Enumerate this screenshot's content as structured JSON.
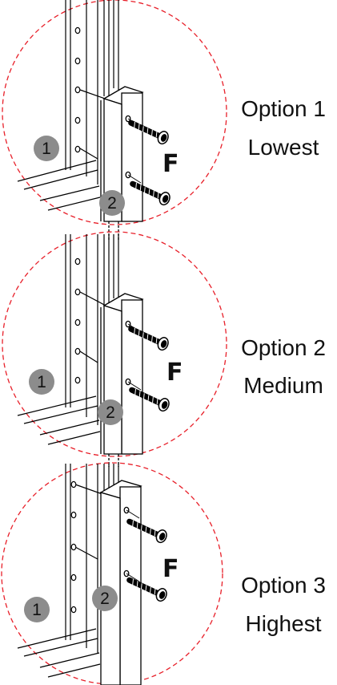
{
  "options": [
    {
      "name": "Option 1",
      "level": "Lowest"
    },
    {
      "name": "Option 2",
      "level": "Medium"
    },
    {
      "name": "Option 3",
      "level": "Highest"
    }
  ],
  "part_labels": {
    "upright": "1",
    "leg": "2",
    "screw": "F"
  },
  "colors": {
    "dashed_circle": "#e8202a",
    "badge_fill": "#8c8c8c",
    "line": "#000000",
    "background": "#ffffff"
  },
  "icons": [
    "screw-icon"
  ]
}
